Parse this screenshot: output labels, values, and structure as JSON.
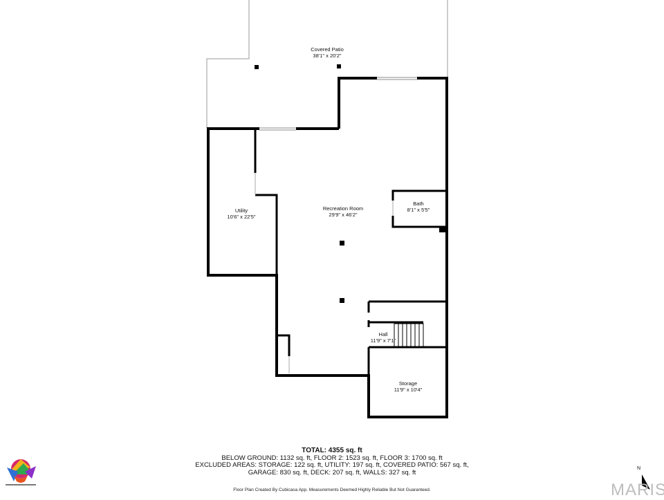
{
  "rooms": {
    "covered_patio": {
      "name": "Covered Patio",
      "dims": "38'1\" x 20'2\""
    },
    "recreation_room": {
      "name": "Recreation Room",
      "dims": "29'9\" x 46'2\""
    },
    "utility": {
      "name": "Utility",
      "dims": "10'6\" x 22'5\""
    },
    "bath": {
      "name": "Bath",
      "dims": "8'1\" x 5'5\""
    },
    "hall": {
      "name": "Hall",
      "dims": "11'9\" x 7'1\""
    },
    "storage": {
      "name": "Storage",
      "dims": "11'9\" x 10'4\""
    }
  },
  "summary": {
    "total": "TOTAL: 4355 sq. ft",
    "below_ground": "BELOW GROUND: 1132 sq. ft, FLOOR 2: 1523 sq. ft, FLOOR 3: 1700 sq. ft",
    "excluded": "EXCLUDED AREAS: STORAGE: 122 sq. ft, UTILITY: 197 sq. ft, COVERED PATIO: 567 sq. ft,",
    "garage": "GARAGE: 830 sq. ft, DECK: 207 sq. ft, WALLS: 327 sq. ft"
  },
  "footer": "Floor Plan Created By Cubicasa App. Measurements Deemed Highly Reliable But Not Guaranteed.",
  "compass_letter": "N",
  "watermark": "MARIS",
  "colors": {
    "wall": "#000000",
    "thin_line": "#9a9a9a",
    "background": "#ffffff"
  }
}
